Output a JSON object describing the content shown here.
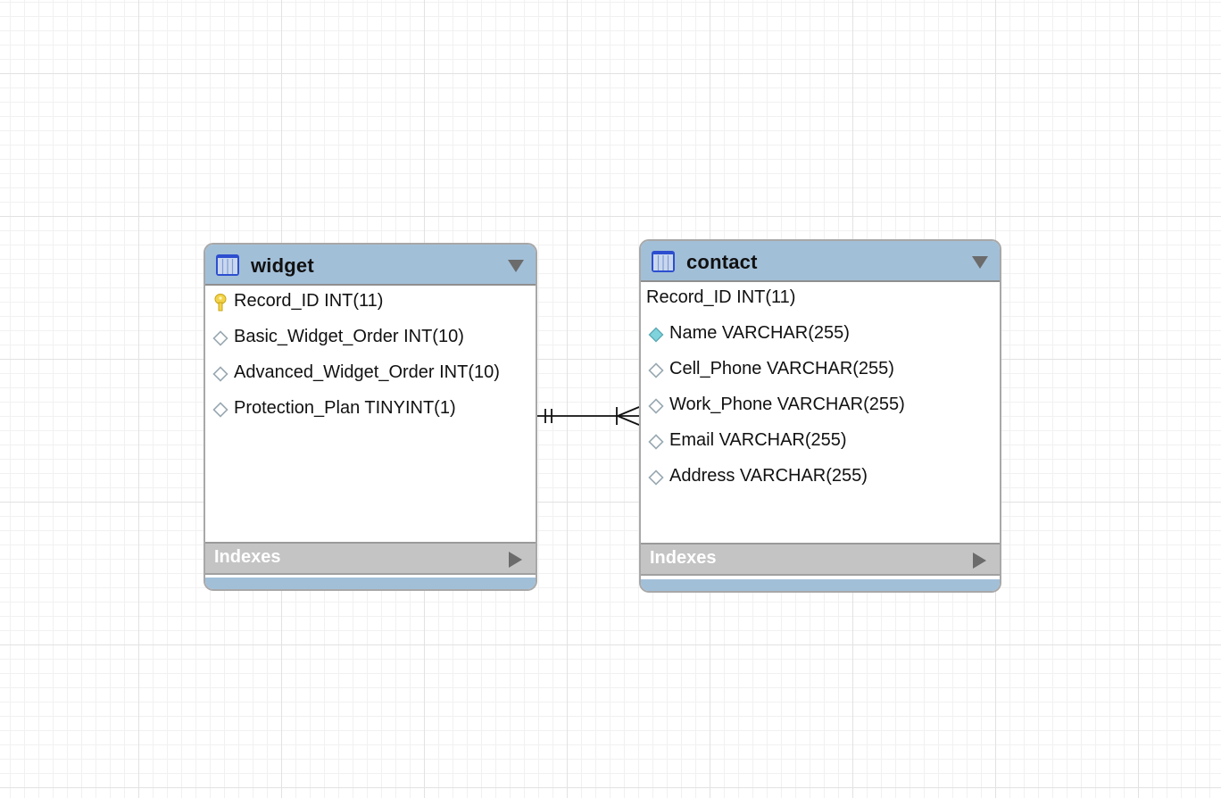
{
  "diagram": {
    "tables": [
      {
        "name": "widget",
        "columns": [
          {
            "label": "Record_ID INT(11)",
            "icon": "primary-key-icon"
          },
          {
            "label": "Basic_Widget_Order INT(10)",
            "icon": "nullable-column-icon"
          },
          {
            "label": "Advanced_Widget_Order INT(10)",
            "icon": "nullable-column-icon"
          },
          {
            "label": "Protection_Plan TINYINT(1)",
            "icon": "nullable-column-icon"
          }
        ],
        "indexes_label": "Indexes"
      },
      {
        "name": "contact",
        "columns": [
          {
            "label": "Record_ID INT(11)",
            "icon": null
          },
          {
            "label": "Name VARCHAR(255)",
            "icon": "not-null-column-icon"
          },
          {
            "label": "Cell_Phone VARCHAR(255)",
            "icon": "nullable-column-icon"
          },
          {
            "label": "Work_Phone VARCHAR(255)",
            "icon": "nullable-column-icon"
          },
          {
            "label": "Email VARCHAR(255)",
            "icon": "nullable-column-icon"
          },
          {
            "label": "Address VARCHAR(255)",
            "icon": "nullable-column-icon"
          }
        ],
        "indexes_label": "Indexes"
      }
    ],
    "relationships": [
      {
        "from": "widget",
        "to": "contact",
        "from_cardinality": "one-and-only-one",
        "to_cardinality": "one-or-many"
      }
    ],
    "colors": {
      "header": "#a2bfd8",
      "indexes_bar": "#c4c4c4",
      "border": "#a8a8a8",
      "grid_major": "#e2e2e2",
      "grid_minor": "#f1f1f1",
      "key_icon": "#f2d34a",
      "not_null_icon": "#7fd3dc",
      "nullable_icon": "#9aa9b2"
    }
  }
}
